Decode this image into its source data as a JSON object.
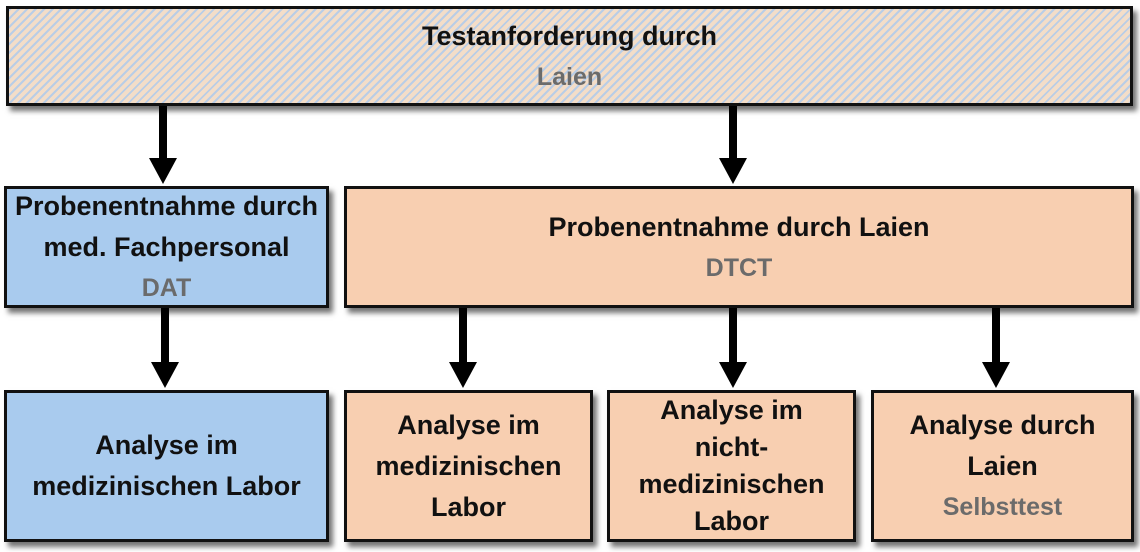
{
  "top": {
    "title": "Testanforderung durch",
    "sub": "Laien"
  },
  "mid_left": {
    "line1": "Probenentnahme durch",
    "line2": "med. Fachpersonal",
    "sub": "DAT"
  },
  "mid_right": {
    "title": "Probenentnahme durch Laien",
    "sub": "DTCT"
  },
  "bottom": {
    "b1": {
      "line1": "Analyse im",
      "line2": "medizinischen Labor"
    },
    "b2": {
      "line1": "Analyse im",
      "line2": "medizinischen",
      "line3": "Labor"
    },
    "b3": {
      "line1": "Analyse im",
      "line2": "nicht-",
      "line3": "medizinischen",
      "line4": "Labor"
    },
    "b4": {
      "line1": "Analyse durch",
      "line2": "Laien",
      "sub": "Selbsttest"
    }
  },
  "colors": {
    "blue": "#a9cbee",
    "peach": "#f8cfb1",
    "border": "#111111",
    "subtext": "#6b6b6b"
  }
}
